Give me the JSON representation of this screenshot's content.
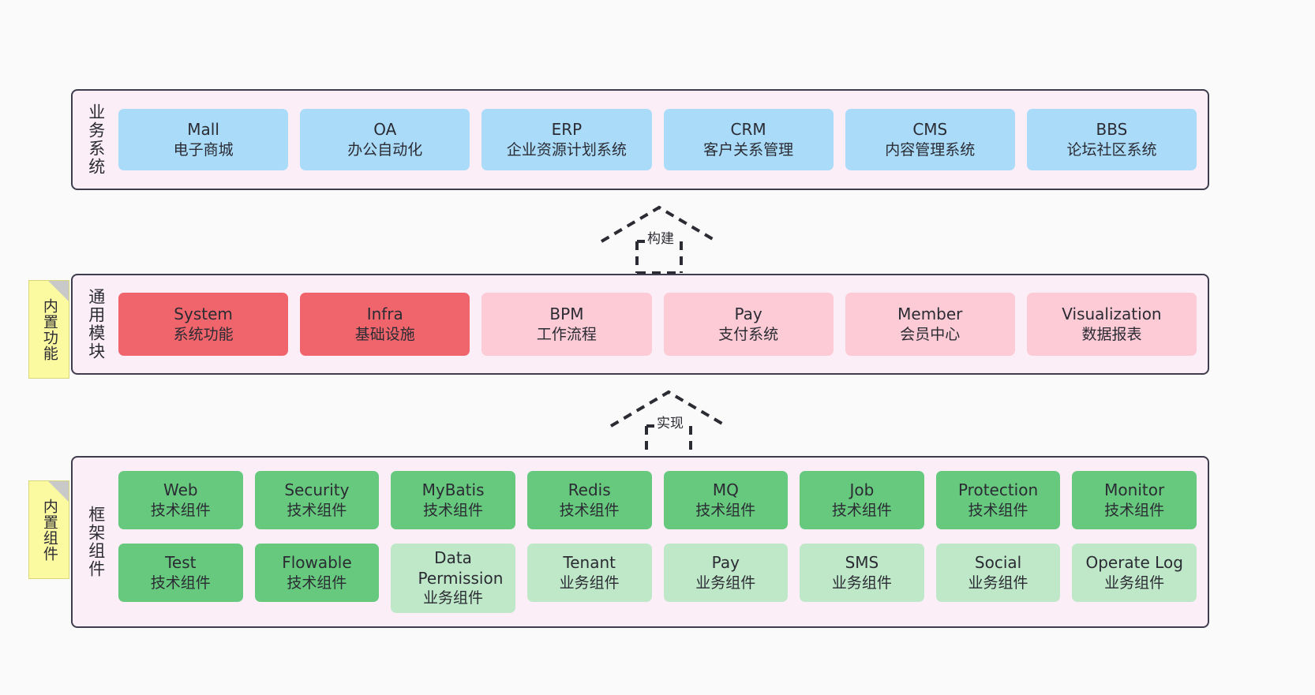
{
  "diagram": {
    "title": "Layered architecture diagram",
    "background": "#fafafa",
    "colors": {
      "layer_bg": "#fbeef7",
      "layer_border": "#3d3d4e",
      "business": "#aadcfa",
      "module_core": "#f0656c",
      "module_opt": "#fccbd6",
      "tech_component": "#66c97e",
      "biz_component": "#bfe8c9",
      "sticky": "#fcfaa0"
    }
  },
  "layers": [
    {
      "id": "business-system",
      "title": "业务系统",
      "rows": [
        {
          "style": "business",
          "cells": [
            {
              "en": "Mall",
              "cn": "电子商城",
              "color": "c-blue"
            },
            {
              "en": "OA",
              "cn": "办公自动化",
              "color": "c-blue"
            },
            {
              "en": "ERP",
              "cn": "企业资源计划系统",
              "color": "c-blue"
            },
            {
              "en": "CRM",
              "cn": "客户关系管理",
              "color": "c-blue"
            },
            {
              "en": "CMS",
              "cn": "内容管理系统",
              "color": "c-blue"
            },
            {
              "en": "BBS",
              "cn": "论坛社区系统",
              "color": "c-blue"
            }
          ]
        }
      ]
    },
    {
      "id": "common-module",
      "title": "通用模块",
      "sticky": "内置功能",
      "rows": [
        {
          "style": "module",
          "cells": [
            {
              "en": "System",
              "cn": "系统功能",
              "color": "c-red"
            },
            {
              "en": "Infra",
              "cn": "基础设施",
              "color": "c-red"
            },
            {
              "en": "BPM",
              "cn": "工作流程",
              "color": "c-pink"
            },
            {
              "en": "Pay",
              "cn": "支付系统",
              "color": "c-pink"
            },
            {
              "en": "Member",
              "cn": "会员中心",
              "color": "c-pink"
            },
            {
              "en": "Visualization",
              "cn": "数据报表",
              "color": "c-pink"
            }
          ]
        }
      ]
    },
    {
      "id": "framework-component",
      "title": "框架组件",
      "sticky": "内置组件",
      "rows": [
        {
          "style": "tech",
          "cells": [
            {
              "en": "Web",
              "cn": "技术组件",
              "color": "c-green"
            },
            {
              "en": "Security",
              "cn": "技术组件",
              "color": "c-green"
            },
            {
              "en": "MyBatis",
              "cn": "技术组件",
              "color": "c-green"
            },
            {
              "en": "Redis",
              "cn": "技术组件",
              "color": "c-green"
            },
            {
              "en": "MQ",
              "cn": "技术组件",
              "color": "c-green"
            },
            {
              "en": "Job",
              "cn": "技术组件",
              "color": "c-green"
            },
            {
              "en": "Protection",
              "cn": "技术组件",
              "color": "c-green"
            },
            {
              "en": "Monitor",
              "cn": "技术组件",
              "color": "c-green"
            }
          ]
        },
        {
          "style": "biz",
          "cells": [
            {
              "en": "Test",
              "cn": "技术组件",
              "color": "c-green"
            },
            {
              "en": "Flowable",
              "cn": "技术组件",
              "color": "c-green"
            },
            {
              "en": "Data Permission",
              "cn": "业务组件",
              "color": "c-greenlite"
            },
            {
              "en": "Tenant",
              "cn": "业务组件",
              "color": "c-greenlite"
            },
            {
              "en": "Pay",
              "cn": "业务组件",
              "color": "c-greenlite"
            },
            {
              "en": "SMS",
              "cn": "业务组件",
              "color": "c-greenlite"
            },
            {
              "en": "Social",
              "cn": "业务组件",
              "color": "c-greenlite"
            },
            {
              "en": "Operate Log",
              "cn": "业务组件",
              "color": "c-greenlite"
            }
          ]
        }
      ]
    }
  ],
  "connectors": [
    {
      "id": "build",
      "label": "构建",
      "from": "common-module",
      "to": "business-system"
    },
    {
      "id": "implement",
      "label": "实现",
      "from": "framework-component",
      "to": "common-module"
    }
  ]
}
